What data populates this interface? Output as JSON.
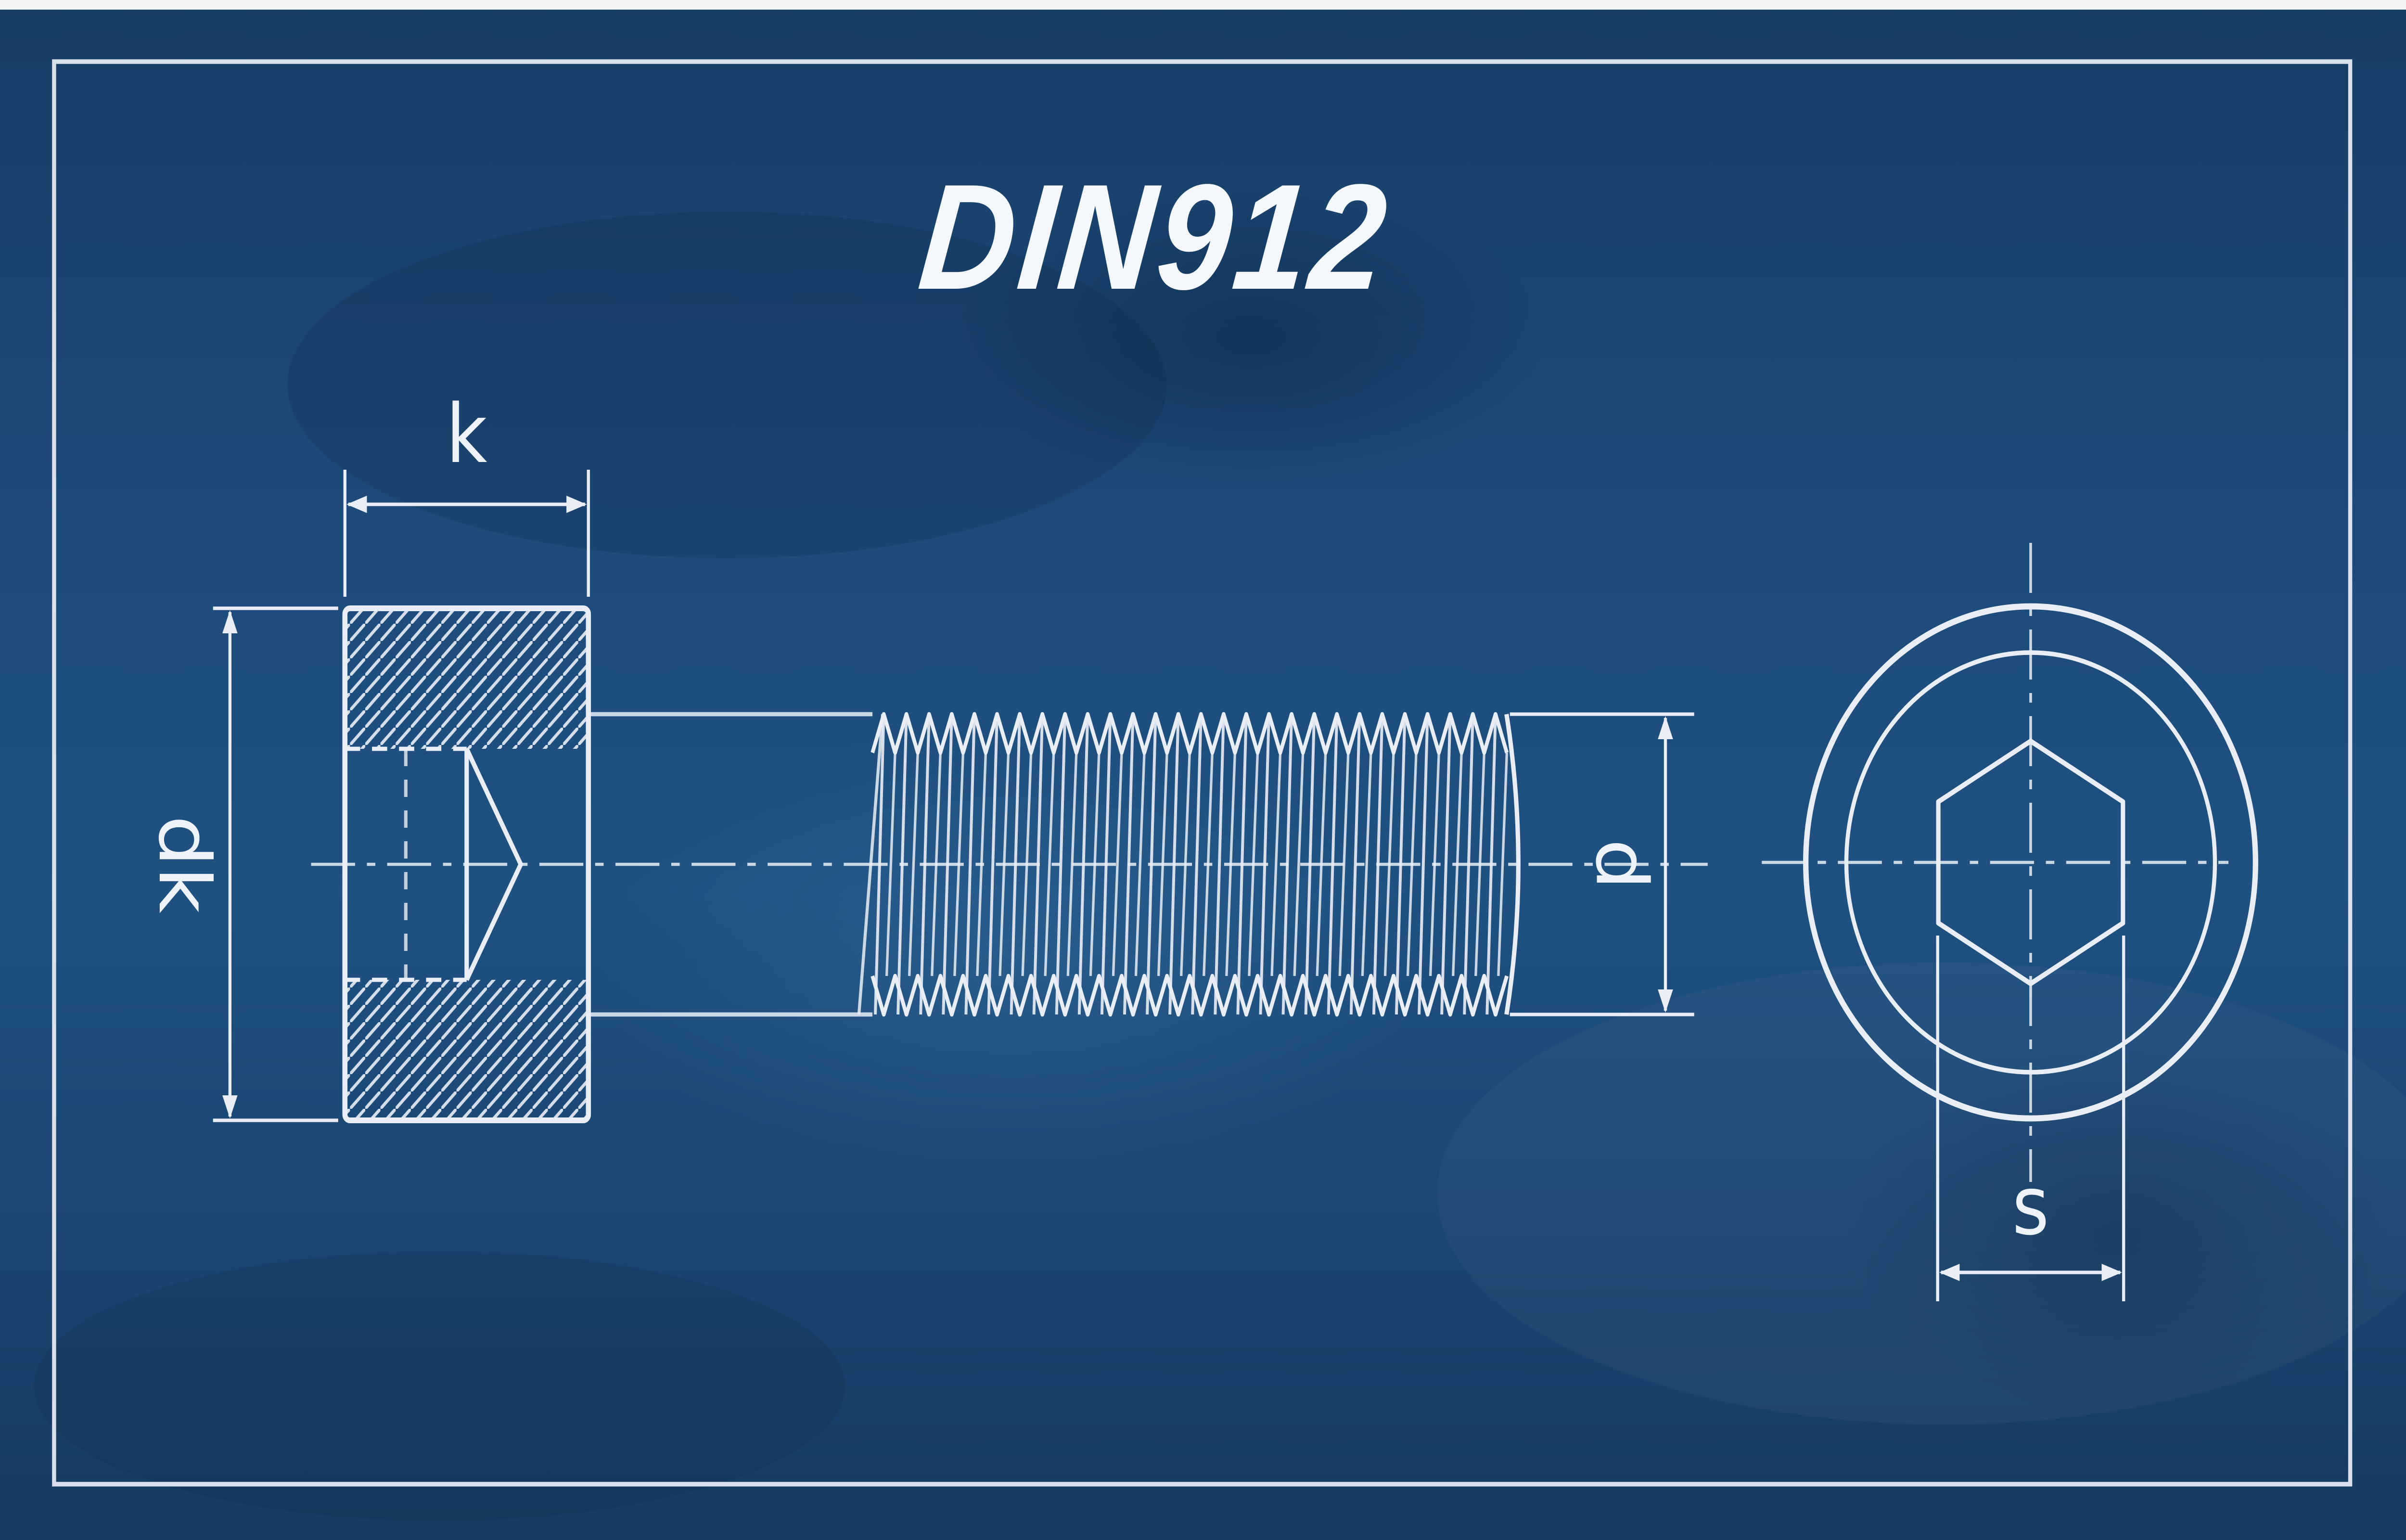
{
  "title": "DIN912",
  "drawing": {
    "labels": {
      "head_height": "k",
      "head_diameter": "dk",
      "thread_diameter": "d",
      "socket_size": "s"
    }
  },
  "colors": {
    "background_blue": "#1d4b7a",
    "line_ink": "#e9eef6"
  }
}
